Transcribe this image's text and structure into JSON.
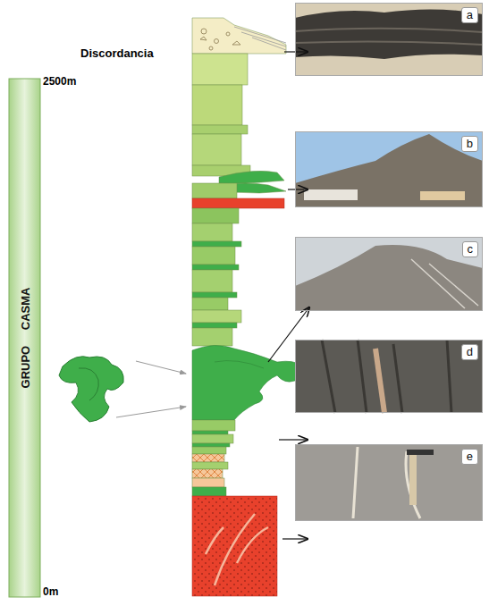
{
  "diagram": {
    "nodes": [
      {
        "text": [
          "GRUPO CASMA"
        ]
      },
      {
        "text": [
          "a"
        ]
      },
      {
        "text": [
          "b"
        ]
      },
      {
        "text": [
          "c"
        ]
      },
      {
        "text": [
          "d"
        ]
      },
      {
        "text": [
          "e"
        ]
      }
    ],
    "labels": [
      "2500m",
      "0m",
      "Discordancia"
    ]
  }
}
